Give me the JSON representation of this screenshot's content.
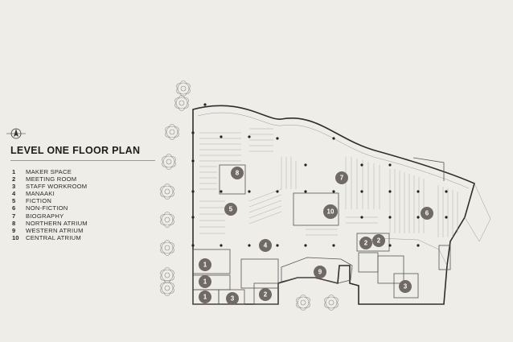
{
  "title": "LEVEL ONE FLOOR PLAN",
  "legend": [
    {
      "num": "1",
      "label": "MAKER SPACE"
    },
    {
      "num": "2",
      "label": "MEETING ROOM"
    },
    {
      "num": "3",
      "label": "STAFF WORKROOM"
    },
    {
      "num": "4",
      "label": "MANAAKI"
    },
    {
      "num": "5",
      "label": "FICTION"
    },
    {
      "num": "6",
      "label": "NON-FICTION"
    },
    {
      "num": "7",
      "label": "BIOGRAPHY"
    },
    {
      "num": "8",
      "label": "NORTHERN ATRIUM"
    },
    {
      "num": "9",
      "label": "WESTERN ATRIUM"
    },
    {
      "num": "10",
      "label": "CENTRAL ATRIUM"
    }
  ],
  "map_badges": [
    "8",
    "7",
    "10",
    "5",
    "6",
    "4",
    "2",
    "2",
    "1",
    "9",
    "1",
    "2",
    "3",
    "1",
    "3"
  ],
  "colors": {
    "background": "#efede8",
    "badge": "#6f6a65",
    "walls": "#2e2e2e",
    "text": "#222222"
  },
  "icons": {
    "north_arrow": "compass-north-icon",
    "trees": "tree-icon"
  }
}
